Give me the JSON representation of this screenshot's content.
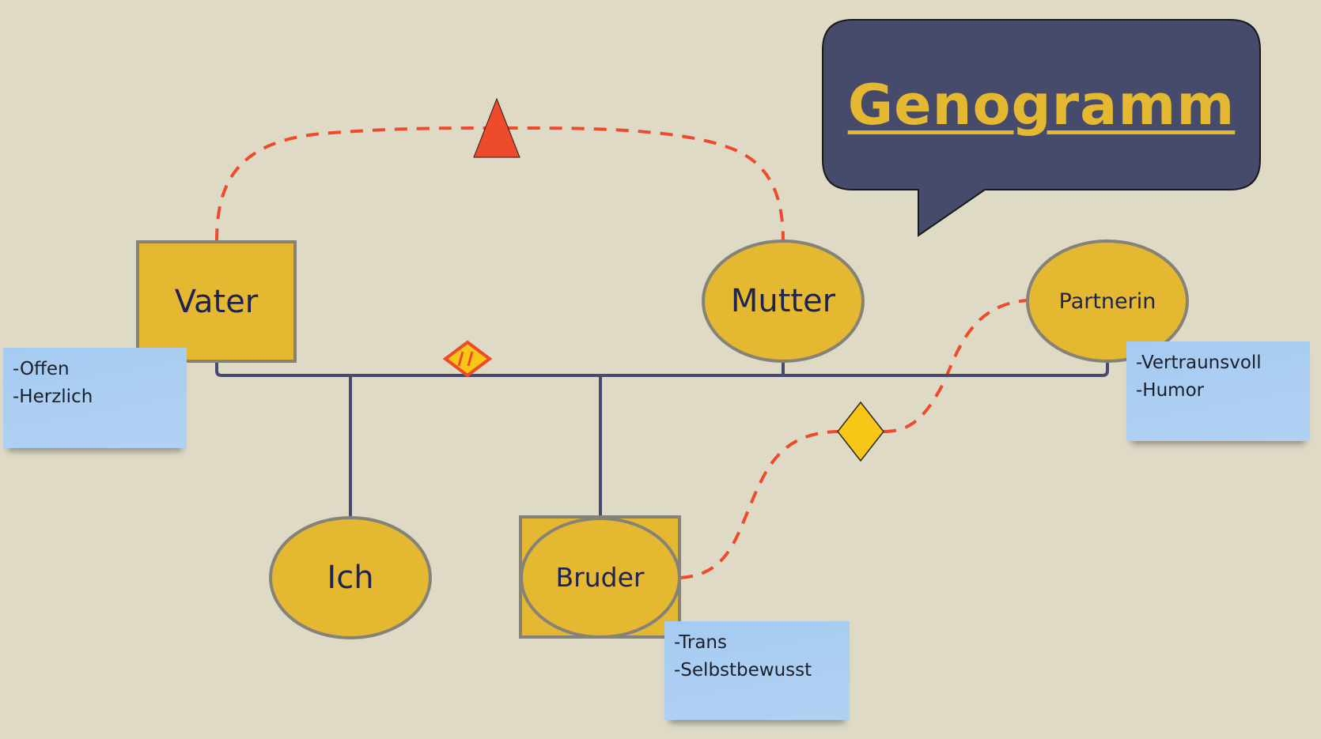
{
  "title": "Genogramm",
  "colors": {
    "background": "#dedac6",
    "node_fill": "#e5b832",
    "node_stroke": "#858378",
    "line": "#474a6e",
    "relation_dashed": "#ee4a2c",
    "bubble_fill": "#464a6b",
    "title_text": "#e5b832",
    "sticky": "#a6cbf1",
    "label_text": "#1f2350"
  },
  "nodes": {
    "vater": {
      "label": "Vater",
      "shape": "square",
      "gender": "male"
    },
    "mutter": {
      "label": "Mutter",
      "shape": "circle",
      "gender": "female"
    },
    "partnerin": {
      "label": "Partnerin",
      "shape": "circle",
      "gender": "female"
    },
    "ich": {
      "label": "Ich",
      "shape": "circle",
      "gender": "female"
    },
    "bruder": {
      "label": "Bruder",
      "shape": "circle-in-square",
      "gender": "trans"
    }
  },
  "notes": {
    "vater": {
      "lines": [
        "-Offen",
        "-Herzlich"
      ]
    },
    "partnerin": {
      "lines": [
        "-Vertraunsvoll",
        "-Humor"
      ]
    },
    "bruder": {
      "lines": [
        "-Trans",
        "-Selbstbewusst"
      ]
    }
  },
  "relations": [
    {
      "from": "Vater",
      "to": "Mutter",
      "type": "dashed-conflict",
      "marker": "triangle"
    },
    {
      "from": "Bruder",
      "to": "Partnerin",
      "type": "dashed",
      "marker": "diamond"
    },
    {
      "from": "Vater",
      "to": "Mutter",
      "type": "separation",
      "marker": "diamond-slashes"
    }
  ]
}
